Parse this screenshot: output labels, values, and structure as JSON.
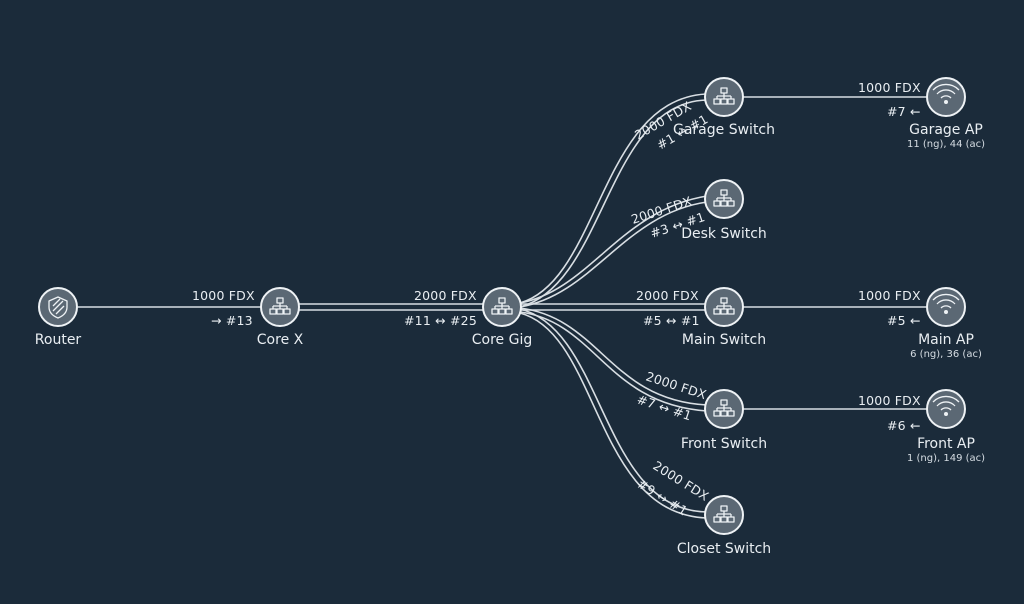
{
  "nodes": {
    "router": {
      "label": "Router",
      "icon": "shield-icon"
    },
    "core_x": {
      "label": "Core X",
      "icon": "switch-icon"
    },
    "core_gig": {
      "label": "Core Gig",
      "icon": "switch-icon"
    },
    "garage_switch": {
      "label": "Garage Switch",
      "icon": "switch-icon"
    },
    "desk_switch": {
      "label": "Desk Switch",
      "icon": "switch-icon"
    },
    "main_switch": {
      "label": "Main Switch",
      "icon": "switch-icon"
    },
    "front_switch": {
      "label": "Front Switch",
      "icon": "switch-icon"
    },
    "closet_switch": {
      "label": "Closet Switch",
      "icon": "switch-icon"
    },
    "garage_ap": {
      "label": "Garage AP",
      "sub": "11 (ng), 44 (ac)",
      "icon": "wifi-icon"
    },
    "main_ap": {
      "label": "Main AP",
      "sub": "6 (ng), 36 (ac)",
      "icon": "wifi-icon"
    },
    "front_ap": {
      "label": "Front AP",
      "sub": "1 (ng), 149 (ac)",
      "icon": "wifi-icon"
    }
  },
  "links": {
    "router_corex": {
      "speed": "1000  FDX",
      "ports": "→ #13"
    },
    "corex_coregig": {
      "speed": "2000  FDX",
      "ports": "#11 ↔ #25"
    },
    "coregig_garage": {
      "speed": "2000  FDX",
      "ports": "#1 ↔ #1"
    },
    "coregig_desk": {
      "speed": "2000  FDX",
      "ports": "#3 ↔ #1"
    },
    "coregig_main": {
      "speed": "2000  FDX",
      "ports": "#5 ↔ #1"
    },
    "coregig_front": {
      "speed": "2000  FDX",
      "ports": "#7 ↔ #1"
    },
    "coregig_closet": {
      "speed": "2000  FDX",
      "ports": "#9 ↔ #1"
    },
    "garage_ap": {
      "speed": "1000  FDX",
      "ports": "#7 ←"
    },
    "main_ap": {
      "speed": "1000  FDX",
      "ports": "#5 ←"
    },
    "front_ap": {
      "speed": "1000  FDX",
      "ports": "#6 ←"
    }
  },
  "colors": {
    "background": "#1b2b3a",
    "node_fill": "#5b6874",
    "line": "#d8dee3",
    "text": "#e9eef2"
  }
}
